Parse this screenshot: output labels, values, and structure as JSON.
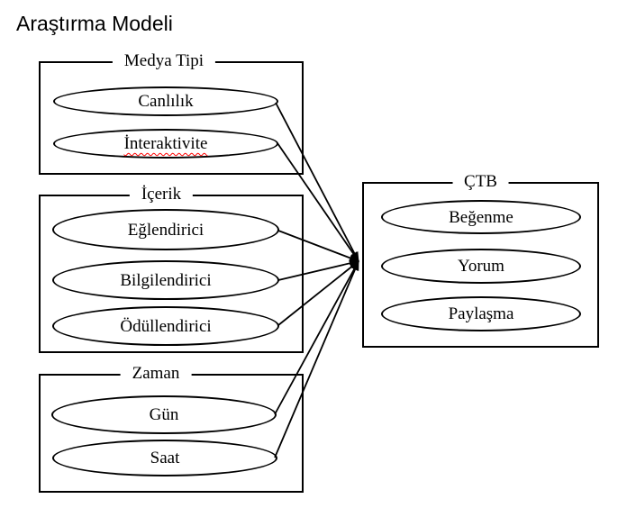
{
  "title": "Araştırma Modeli",
  "colors": {
    "stroke": "#000000",
    "background": "#ffffff",
    "spellcheck_underline": "#ff0000"
  },
  "diagram": {
    "groups": [
      {
        "id": "medya-tipi",
        "label": "Medya Tipi",
        "items": [
          {
            "label": "Canlılık",
            "misspelled": false
          },
          {
            "label": "İnteraktivite",
            "misspelled": true
          }
        ]
      },
      {
        "id": "icerik",
        "label": "İçerik",
        "items": [
          {
            "label": "Eğlendirici",
            "misspelled": false
          },
          {
            "label": "Bilgilendirici",
            "misspelled": false
          },
          {
            "label": "Ödüllendirici",
            "misspelled": false
          }
        ]
      },
      {
        "id": "zaman",
        "label": "Zaman",
        "items": [
          {
            "label": "Gün",
            "misspelled": false
          },
          {
            "label": "Saat",
            "misspelled": false
          }
        ]
      },
      {
        "id": "ctb",
        "label": "ÇTB",
        "items": [
          {
            "label": "Beğenme",
            "misspelled": false
          },
          {
            "label": "Yorum",
            "misspelled": false
          },
          {
            "label": "Paylaşma",
            "misspelled": false
          }
        ]
      }
    ]
  }
}
